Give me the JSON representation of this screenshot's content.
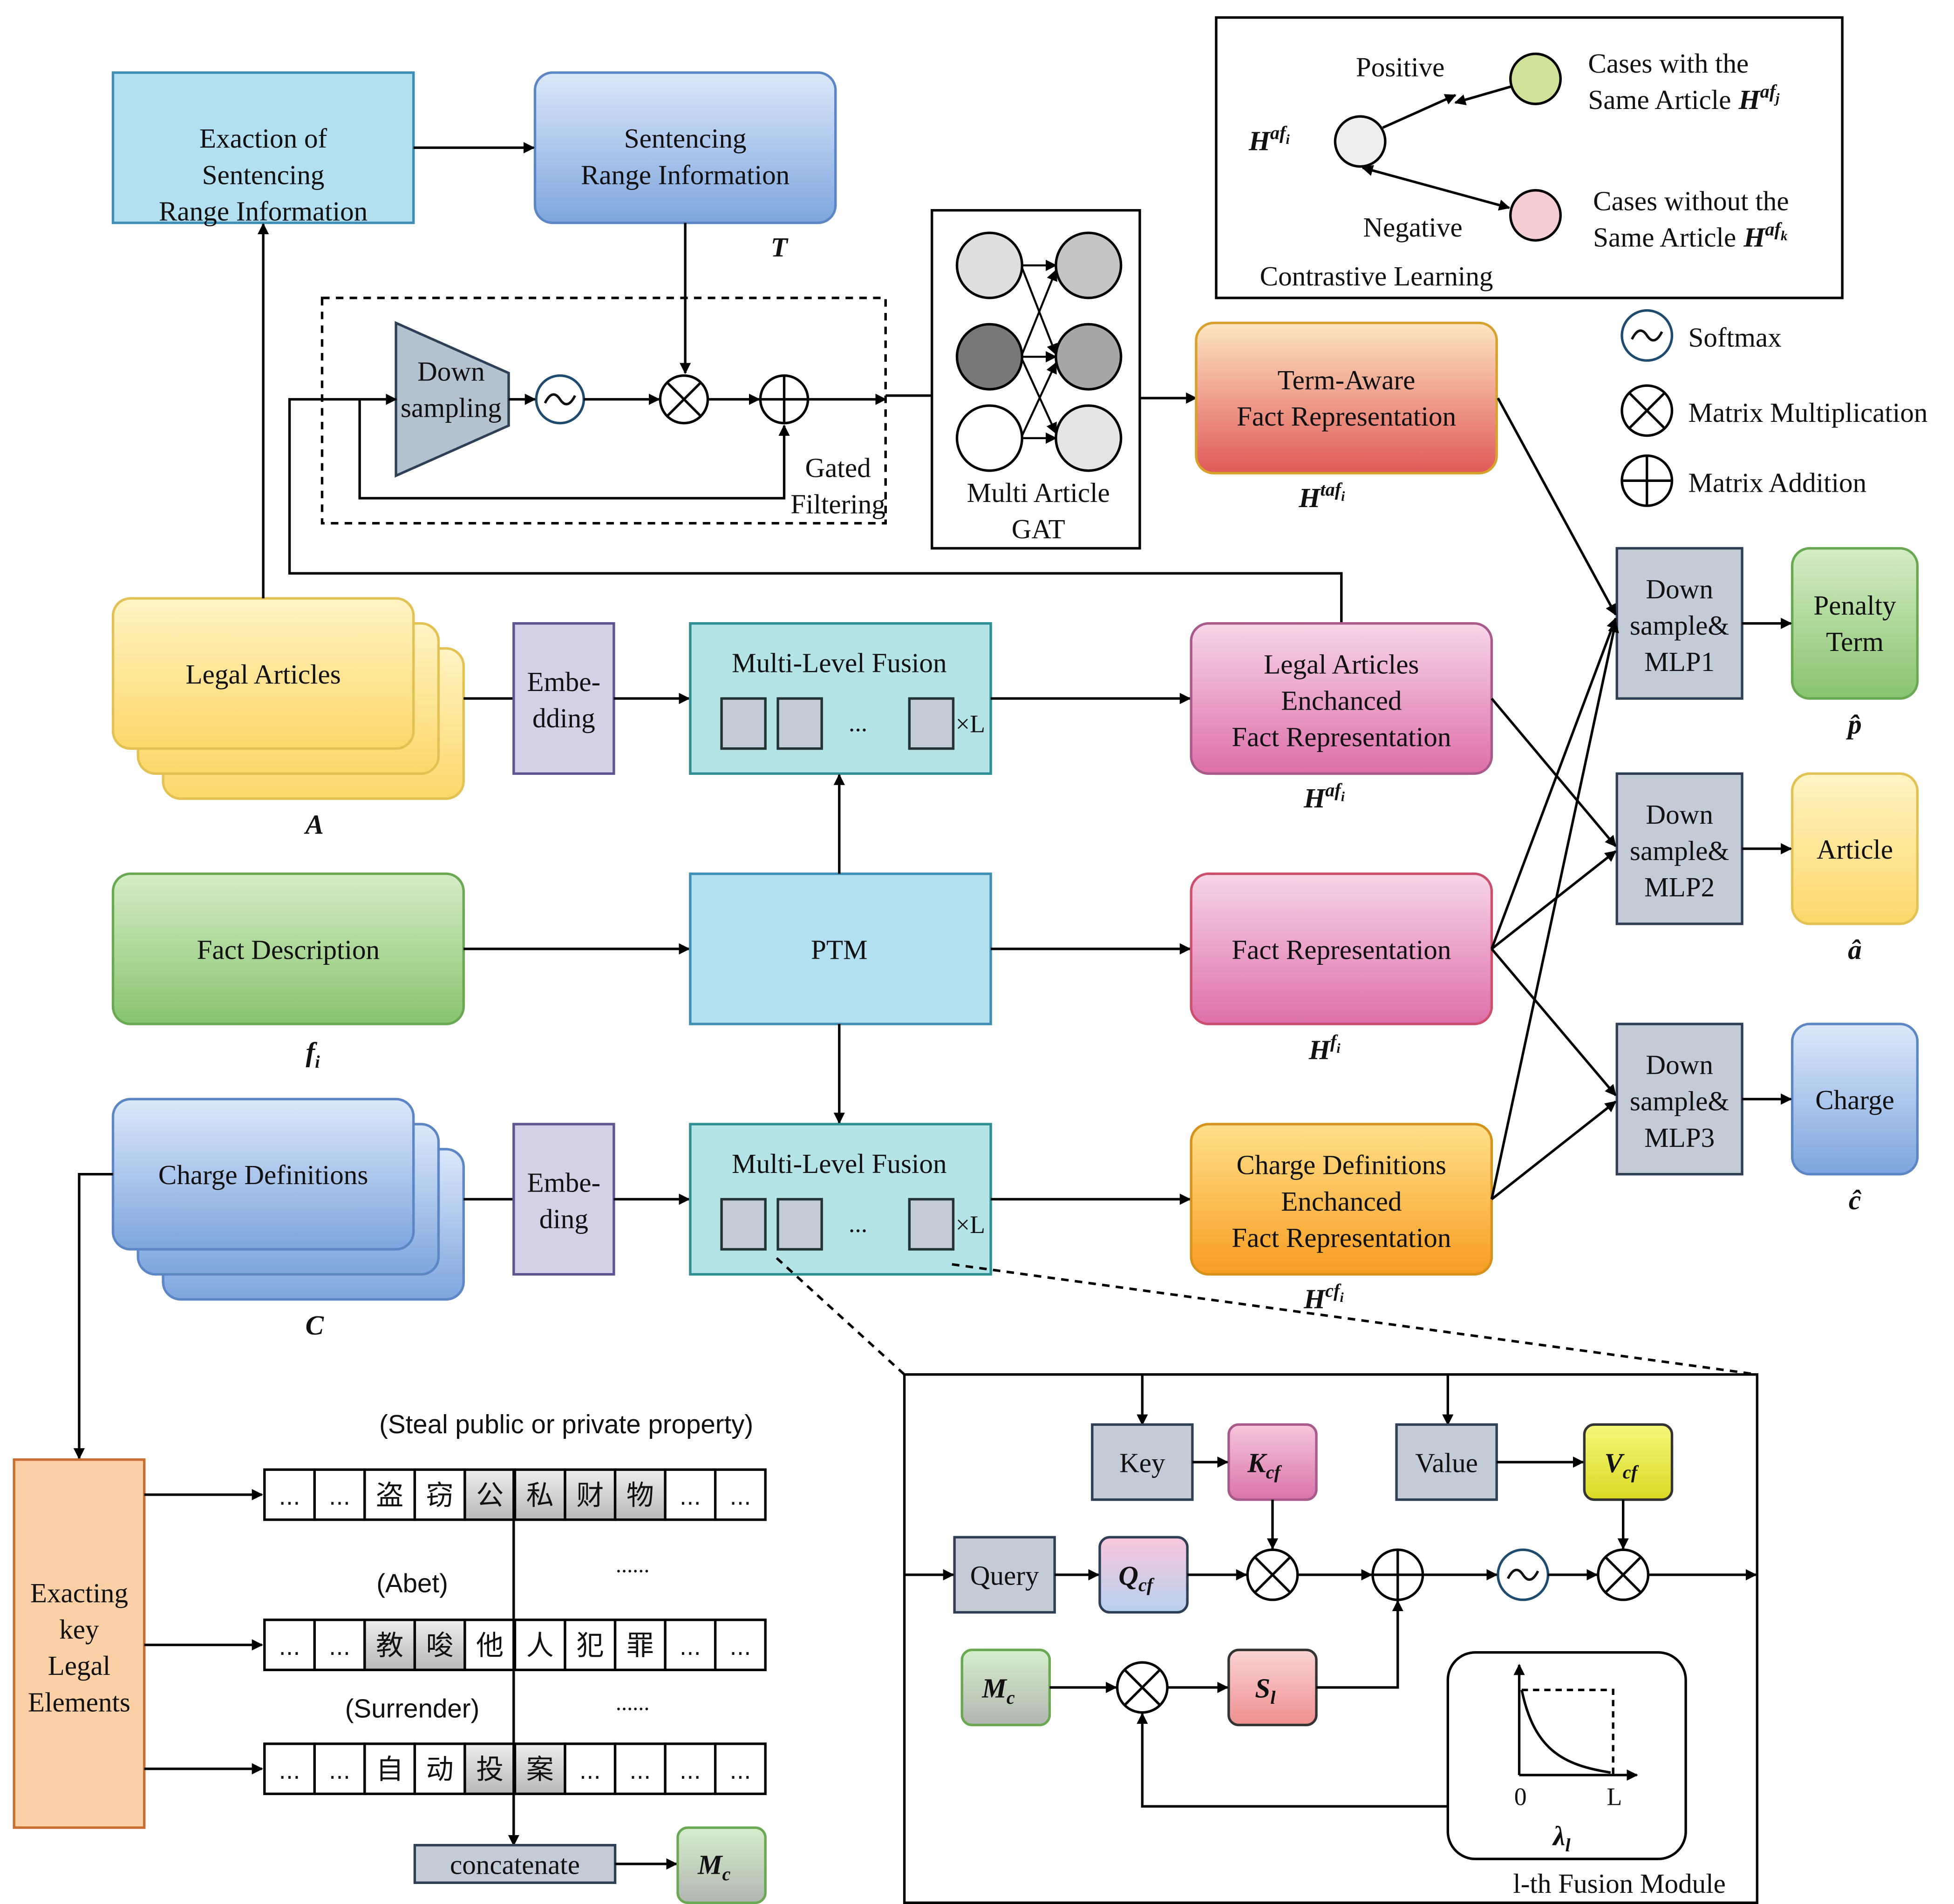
{
  "colors": {
    "blue_fill": "#b3e0f1",
    "blue_stroke": "#3f8fb5",
    "teal_fill": "#b4e4e6",
    "teal_stroke": "#2e8f94",
    "yellow_fill": "#fde79a",
    "green_fill": "#9fd08b",
    "pink_fill": "#e487b8",
    "red_fill": "#e26a69",
    "orange_fill": "#fbb03b",
    "charge_blue_fill": "#8ab0e4",
    "lavender_fill": "#d6d0e6",
    "gray_fill": "#c3cbd6",
    "peach_fill": "#fbd0a6",
    "peach_stroke": "#c76f32"
  },
  "boxes": {
    "exaction": "Exaction of\nSentencing\nRange Information",
    "sentencing": "Sentencing\nRange Information",
    "down_sampling": "Down\nsampling",
    "gated_filtering": "Gated\nFiltering",
    "multi_article_gat": "Multi Article\nGAT",
    "term_aware": "Term-Aware\nFact Representation",
    "legal_articles": "Legal Articles",
    "fact_description": "Fact Description",
    "charge_definitions": "Charge Definitions",
    "embedding_top": "Embe-\ndding",
    "embedding_bottom": "Embe-\nding",
    "mlf_top": "Multi-Level Fusion",
    "mlf_bottom": "Multi-Level Fusion",
    "ptm": "PTM",
    "la_enhanced": "Legal Articles\nEnchanced\nFact Representation",
    "fact_repr": "Fact Representation",
    "cd_enhanced": "Charge Definitions\nEnchanced\nFact Representation",
    "mlp1": "Down\nsample&\nMLP1",
    "mlp2": "Down\nsample&\nMLP2",
    "mlp3": "Down\nsample&\nMLP3",
    "penalty": "Penalty\nTerm",
    "article": "Article",
    "charge": "Charge",
    "exacting": "Exacting\nkey\nLegal\nElements",
    "concatenate": "concatenate",
    "key": "Key",
    "value": "Value",
    "query": "Query",
    "fusion_module": "l-th Fusion Module",
    "ellipsis": "...",
    "times_l": "×L"
  },
  "math": {
    "T": "T",
    "A": "A",
    "C": "C",
    "f_i": "f",
    "f_i_sub": "i",
    "H": "H",
    "H_taf": "taf",
    "H_taf_sub": "i",
    "H_af": "af",
    "H_af_sub": "i",
    "H_f": "f",
    "H_f_sub": "i",
    "H_cf": "cf",
    "H_cf_sub": "i",
    "p_hat": "p̂",
    "a_hat": "â",
    "c_hat": "ĉ",
    "K": "K",
    "V": "V",
    "Q": "Q",
    "M": "M",
    "S": "S",
    "cf": "cf",
    "c": "c",
    "l": "l",
    "lambda": "λ",
    "zero": "0",
    "L": "L"
  },
  "legend": {
    "positive": "Positive",
    "negative": "Negative",
    "contrastive": "Contrastive Learning",
    "same_line1": "Cases with the",
    "same_line2": "Same Article",
    "diff_line1": "Cases without the",
    "diff_line2": "Same Article",
    "afj": "af",
    "afj_sub": "j",
    "afk": "af",
    "afk_sub": "k",
    "softmax": "Softmax",
    "matmul": "Matrix Multiplication",
    "matadd": "Matrix Addition"
  },
  "elements": {
    "steal_caption": "(Steal public or private property)",
    "abet_caption": "(Abet)",
    "surrender_caption": "(Surrender)",
    "dots": "......",
    "row1": [
      "...",
      "...",
      "盗",
      "窃",
      "公",
      "私",
      "财",
      "物",
      "...",
      "..."
    ],
    "row1_shaded": [
      4,
      5,
      6,
      7
    ],
    "row2": [
      "...",
      "...",
      "教",
      "唆",
      "他",
      "人",
      "犯",
      "罪",
      "...",
      "..."
    ],
    "row2_shaded": [
      2,
      3
    ],
    "row3": [
      "...",
      "...",
      "自",
      "动",
      "投",
      "案",
      "...",
      "...",
      "...",
      "..."
    ],
    "row3_shaded": [
      4,
      5
    ]
  }
}
